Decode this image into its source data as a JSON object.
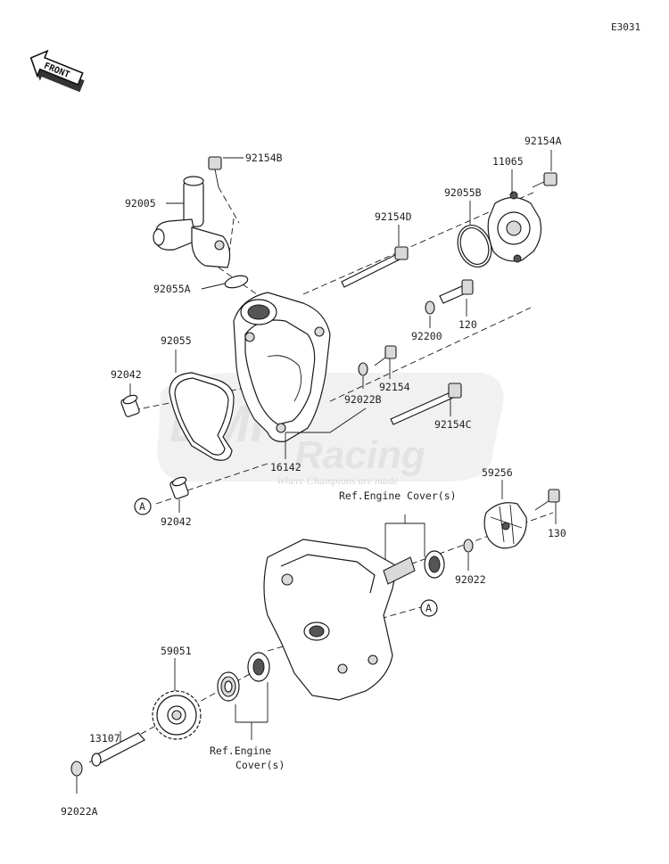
{
  "diagram_code": "E3031",
  "front_label": "FRONT",
  "watermark": {
    "brand_top": "BMR",
    "brand_bottom": "Racing",
    "tagline": "Where Champions are made"
  },
  "callout_a": "A",
  "parts": {
    "p92154B": "92154B",
    "p92005": "92005",
    "p92055A": "92055A",
    "p92055": "92055",
    "p92042_top": "92042",
    "p92042_bottom": "92042",
    "p92154A": "92154A",
    "p11065": "11065",
    "p92055B": "92055B",
    "p92154D": "92154D",
    "p120": "120",
    "p92200": "92200",
    "p92154": "92154",
    "p92022B": "92022B",
    "p92154C": "92154C",
    "p16142": "16142",
    "p59256": "59256",
    "p130": "130",
    "p92022": "92022",
    "p59051": "59051",
    "p13107": "13107",
    "p92022A": "92022A"
  },
  "references": {
    "engine_cover_top": "Ref.Engine Cover(s)",
    "engine_cover_bottom_line1": "Ref.Engine",
    "engine_cover_bottom_line2": "Cover(s)"
  }
}
